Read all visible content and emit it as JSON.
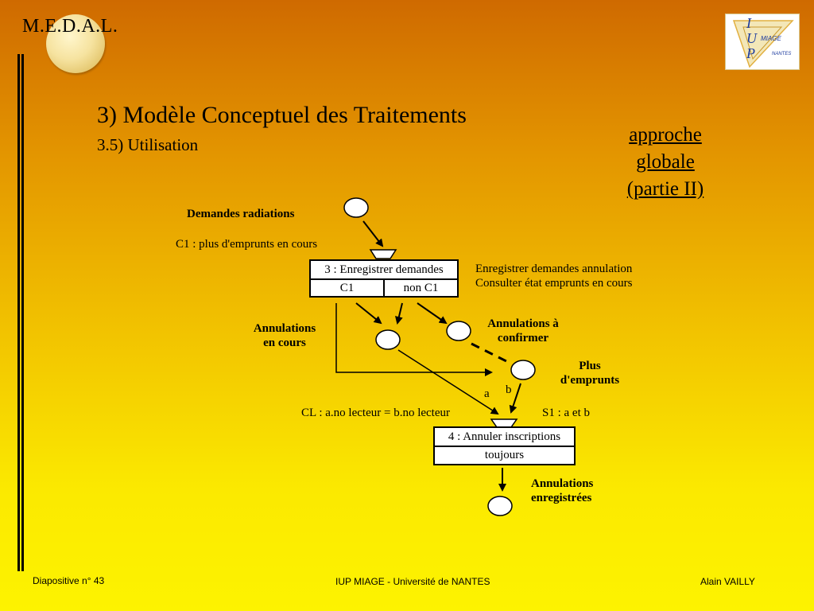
{
  "header": {
    "app_title": "M.E.D.A.L."
  },
  "logo": {
    "letters": [
      "I",
      "U",
      "P"
    ],
    "words": [
      "MIAGE",
      "NANTES"
    ]
  },
  "slide": {
    "title": "3) Modèle Conceptuel des Traitements",
    "subtitle": "3.5) Utilisation",
    "link_lines": [
      "approche",
      "globale",
      "(partie II)"
    ]
  },
  "diagram": {
    "event_demandes": "Demandes radiations",
    "cond_c1": "C1 : plus d'emprunts en cours",
    "op3_name": "3 : Enregistrer demandes",
    "op3_cond_a": "C1",
    "op3_cond_b": "non C1",
    "op3_actions": [
      "Enregistrer demandes annulation",
      "Consulter état emprunts en cours"
    ],
    "event_annulations_en_cours": [
      "Annulations",
      "en cours"
    ],
    "event_annulations_a_confirmer": [
      "Annulations à",
      "confirmer"
    ],
    "event_plus_emprunts": [
      "Plus",
      "d'emprunts"
    ],
    "label_a": "a",
    "label_b": "b",
    "cond_cl": "CL : a.no lecteur = b.no lecteur",
    "sync_s1": "S1 : a et b",
    "op4_name": "4 : Annuler inscriptions",
    "op4_cond": "toujours",
    "event_annulations_enregistrees": [
      "Annulations",
      "enregistrées"
    ]
  },
  "footer": {
    "slide_number": "Diapositive n° 43",
    "institution": "IUP MIAGE - Université de NANTES",
    "author": "Alain VAILLY"
  }
}
